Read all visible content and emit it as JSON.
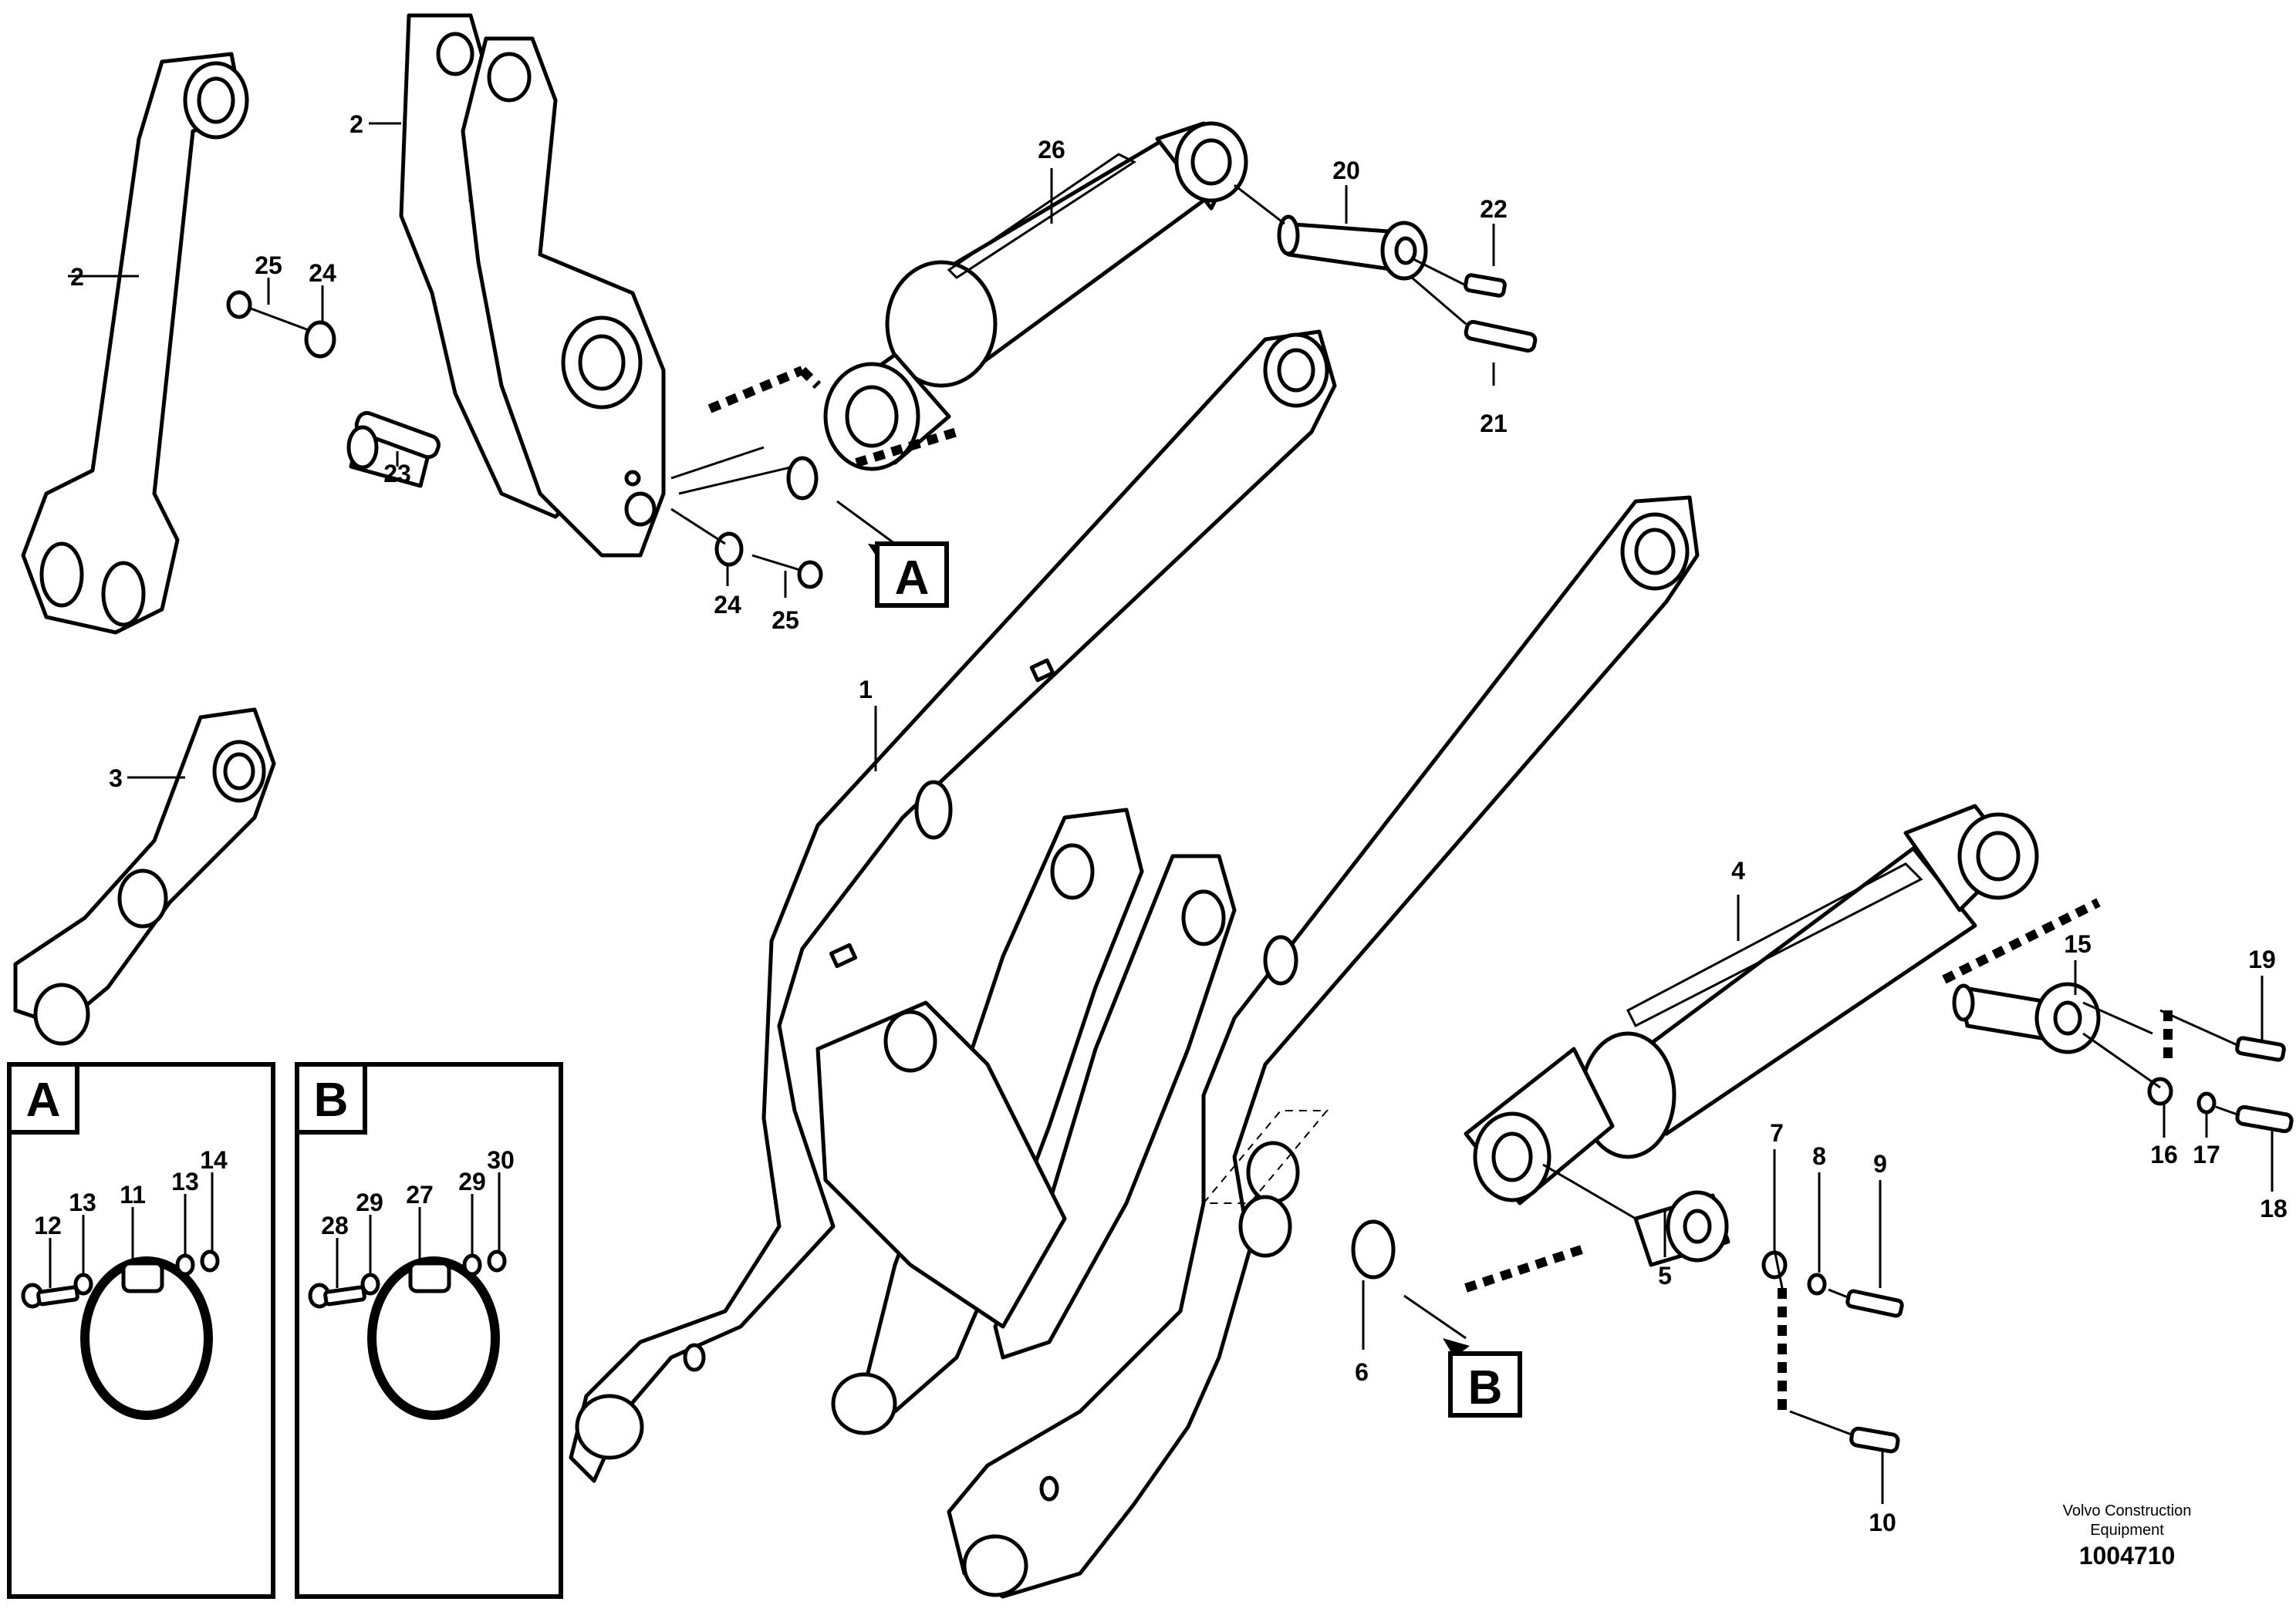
{
  "callouts": [
    {
      "id": "c1",
      "text": "1"
    },
    {
      "id": "c2a",
      "text": "2"
    },
    {
      "id": "c2b",
      "text": "2"
    },
    {
      "id": "c3",
      "text": "3"
    },
    {
      "id": "c4",
      "text": "4"
    },
    {
      "id": "c5",
      "text": "5"
    },
    {
      "id": "c6",
      "text": "6"
    },
    {
      "id": "c7",
      "text": "7"
    },
    {
      "id": "c8",
      "text": "8"
    },
    {
      "id": "c9",
      "text": "9"
    },
    {
      "id": "c10",
      "text": "10"
    },
    {
      "id": "c15",
      "text": "15"
    },
    {
      "id": "c16",
      "text": "16"
    },
    {
      "id": "c17",
      "text": "17"
    },
    {
      "id": "c18",
      "text": "18"
    },
    {
      "id": "c19",
      "text": "19"
    },
    {
      "id": "c20",
      "text": "20"
    },
    {
      "id": "c21",
      "text": "21"
    },
    {
      "id": "c22",
      "text": "22"
    },
    {
      "id": "c23",
      "text": "23"
    },
    {
      "id": "c24a",
      "text": "24"
    },
    {
      "id": "c24b",
      "text": "24"
    },
    {
      "id": "c25a",
      "text": "25"
    },
    {
      "id": "c25b",
      "text": "25"
    },
    {
      "id": "c26",
      "text": "26"
    }
  ],
  "detail_refs": {
    "a": "A",
    "b": "B"
  },
  "inset_a": {
    "title": "A",
    "labels": {
      "l12": "12",
      "l13a": "13",
      "l11": "11",
      "l13b": "13",
      "l14": "14"
    }
  },
  "inset_b": {
    "title": "B",
    "labels": {
      "l28": "28",
      "l29a": "29",
      "l27": "27",
      "l29b": "29",
      "l30": "30"
    }
  },
  "footer": {
    "brand_line1": "Volvo Construction",
    "brand_line2": "Equipment",
    "drawing_number": "1004710"
  }
}
